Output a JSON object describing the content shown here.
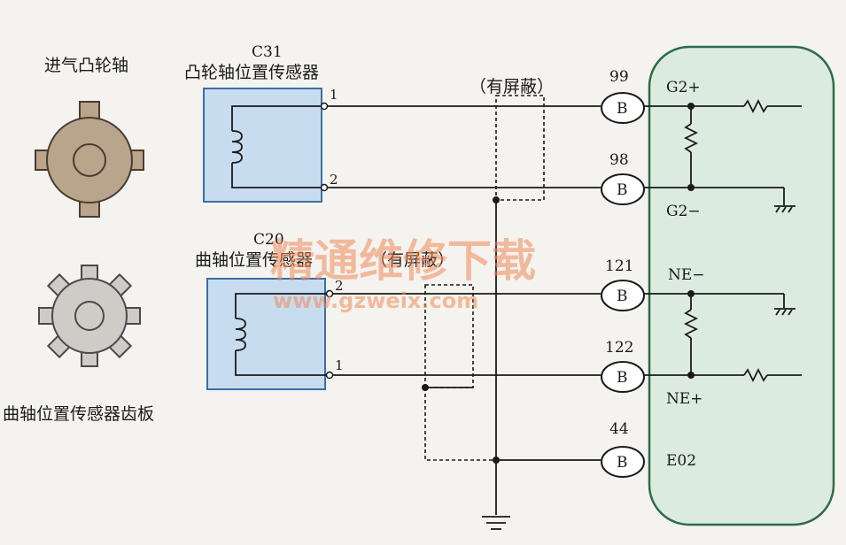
{
  "components": {
    "cam_gear_label": "进气凸轮轴",
    "crank_gear_label": "曲轴位置传感器齿板",
    "cam_sensor": {
      "code": "C31",
      "name": "凸轮轴位置传感器",
      "pin1": "1",
      "pin2": "2"
    },
    "crank_sensor": {
      "code": "C20",
      "name": "曲轴位置传感器",
      "pin1": "1",
      "pin2": "2"
    },
    "shield_top": "（有屏蔽）",
    "shield_bottom": "（有屏蔽）"
  },
  "ecu": {
    "terminal_letter": "B",
    "pins": [
      {
        "number": "99",
        "signal": "G2+"
      },
      {
        "number": "98",
        "signal": "G2−"
      },
      {
        "number": "121",
        "signal": "NE−"
      },
      {
        "number": "122",
        "signal": "NE+"
      },
      {
        "number": "44",
        "signal": "E02"
      }
    ]
  },
  "watermark": {
    "title": "精通维修下载",
    "url": "www.gzweix.com"
  },
  "colors": {
    "sensor_box": "#c8dcf0",
    "sensor_border": "#3a6ea5",
    "ecu_fill": "#dcebe0",
    "ecu_border": "#2f6b4a",
    "cam_gear": "#b9a48c",
    "crank_gear": "#cfcbc6",
    "wire": "#1a1a1a"
  }
}
